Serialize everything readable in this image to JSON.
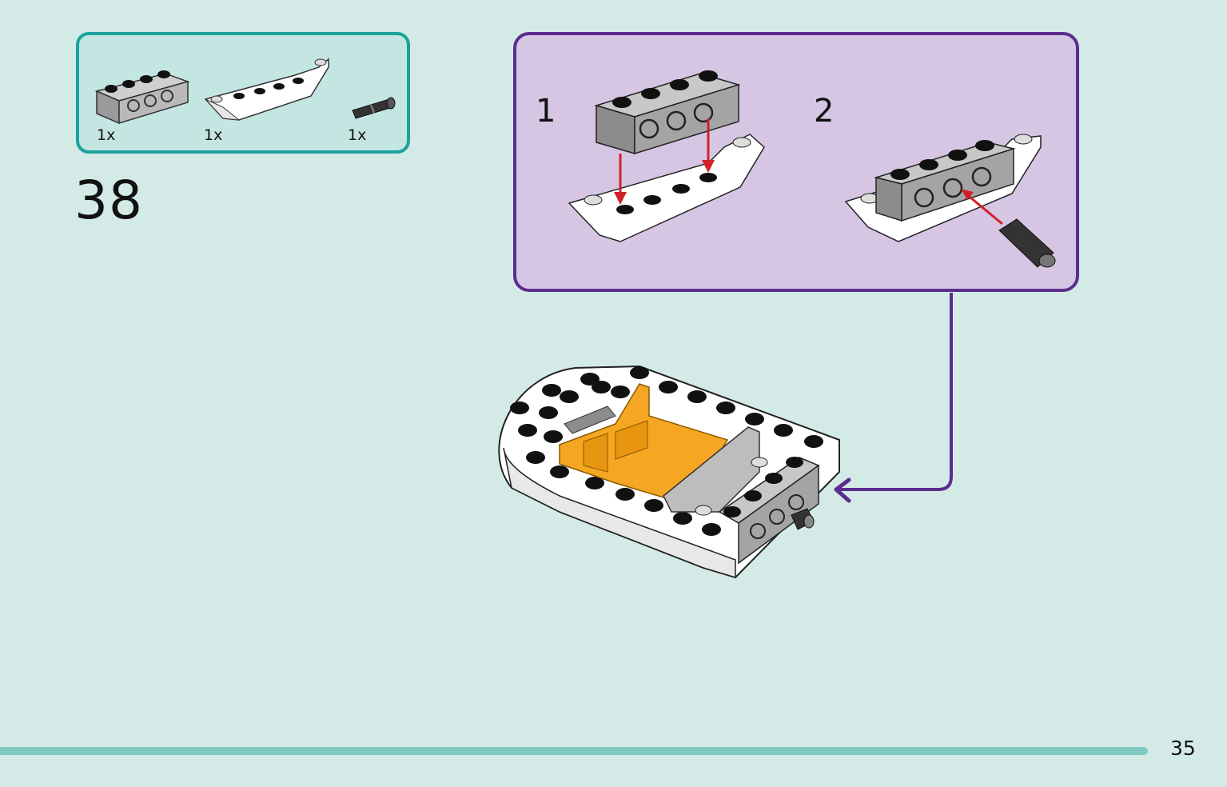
{
  "parts_list": {
    "items": [
      {
        "part": "technic-brick-1x4",
        "qty": "1x"
      },
      {
        "part": "inverted-slope-plate",
        "qty": "1x"
      },
      {
        "part": "technic-pin",
        "qty": "1x"
      }
    ]
  },
  "step": {
    "number": "38"
  },
  "sub_steps": [
    {
      "number": "1"
    },
    {
      "number": "2"
    }
  ],
  "page": {
    "number": "35"
  },
  "colors": {
    "background": "#d4eae7",
    "parts_box_border": "#1aa39a",
    "sub_panel_border": "#5b2d8e",
    "sub_panel_fill": "#d6c6e4",
    "arrow_red": "#d0202a",
    "seat_orange": "#f5a623",
    "brick_gray": "#9e9e9e",
    "bottom_bar": "#7fcac3"
  }
}
